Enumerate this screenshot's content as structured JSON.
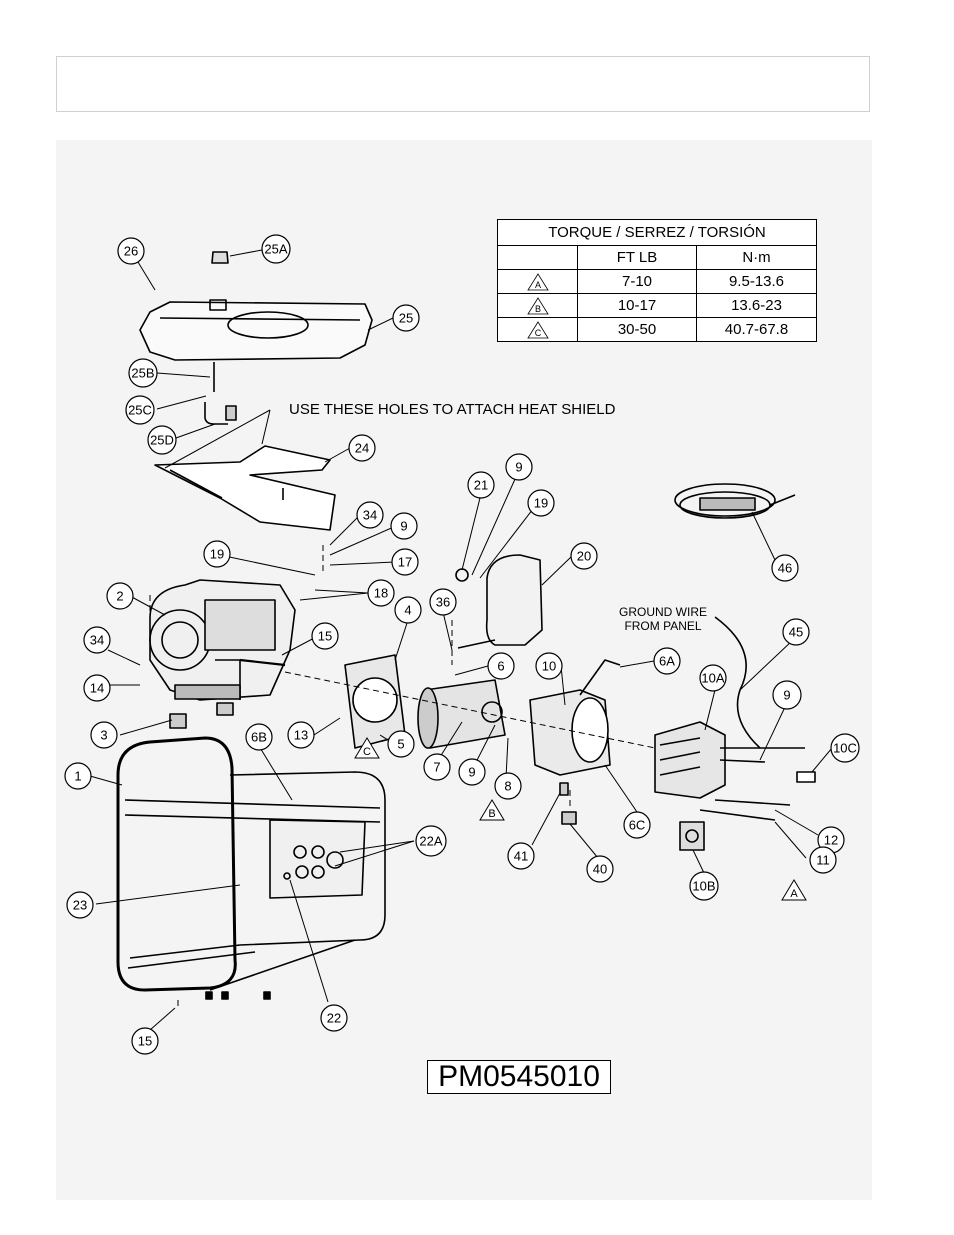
{
  "torque_table": {
    "title": "TORQUE / SERREZ / TORSIÓN",
    "columns": [
      "",
      "FT LB",
      "N·m"
    ],
    "rows": [
      {
        "mark": "A",
        "ft_lb": "7-10",
        "nm": "9.5-13.6"
      },
      {
        "mark": "B",
        "ft_lb": "10-17",
        "nm": "13.6-23"
      },
      {
        "mark": "C",
        "ft_lb": "30-50",
        "nm": "40.7-67.8"
      }
    ]
  },
  "notes": {
    "heat_shield": "USE THESE HOLES TO ATTACH HEAT SHIELD",
    "ground_wire_line1": "GROUND WIRE",
    "ground_wire_line2": "FROM PANEL"
  },
  "callouts": [
    "26",
    "25A",
    "25",
    "25B",
    "25C",
    "25D",
    "24",
    "21",
    "9",
    "19",
    "20",
    "46",
    "34",
    "9",
    "17",
    "19",
    "18",
    "2",
    "36",
    "15",
    "4",
    "6A",
    "45",
    "34",
    "14",
    "6",
    "10",
    "10A",
    "9",
    "13",
    "5",
    "7",
    "9",
    "8",
    "10C",
    "3",
    "6B",
    "1",
    "41",
    "40",
    "6C",
    "12",
    "11",
    "22A",
    "23",
    "10B",
    "22",
    "15"
  ],
  "torque_marks": {
    "c_near_5": "C",
    "b_near_8": "B",
    "a_near_11": "A"
  },
  "model_id": "PM0545010"
}
